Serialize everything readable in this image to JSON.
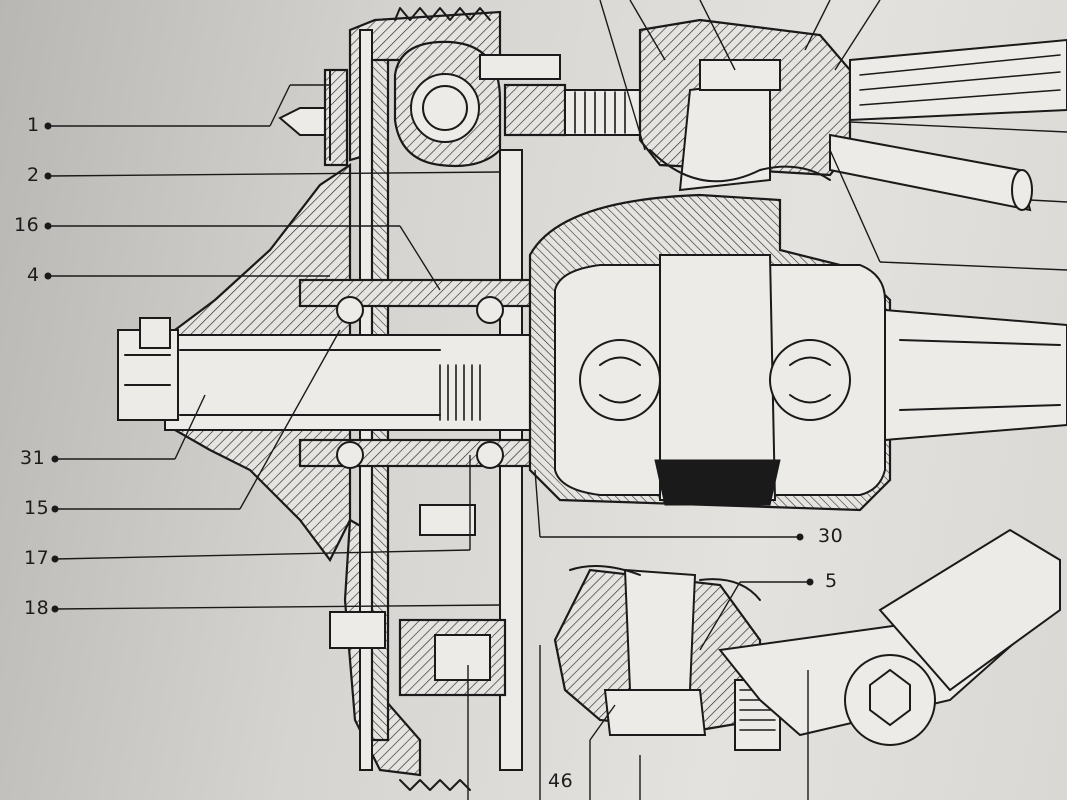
{
  "diagram": {
    "callouts": [
      {
        "id": "c1",
        "text": "1"
      },
      {
        "id": "c2",
        "text": "2"
      },
      {
        "id": "c16",
        "text": "16"
      },
      {
        "id": "c4",
        "text": "4"
      },
      {
        "id": "c31",
        "text": "31"
      },
      {
        "id": "c15",
        "text": "15"
      },
      {
        "id": "c17",
        "text": "17"
      },
      {
        "id": "c18",
        "text": "18"
      },
      {
        "id": "c30",
        "text": "30"
      },
      {
        "id": "c5",
        "text": "5"
      },
      {
        "id": "c46",
        "text": "46"
      }
    ]
  }
}
